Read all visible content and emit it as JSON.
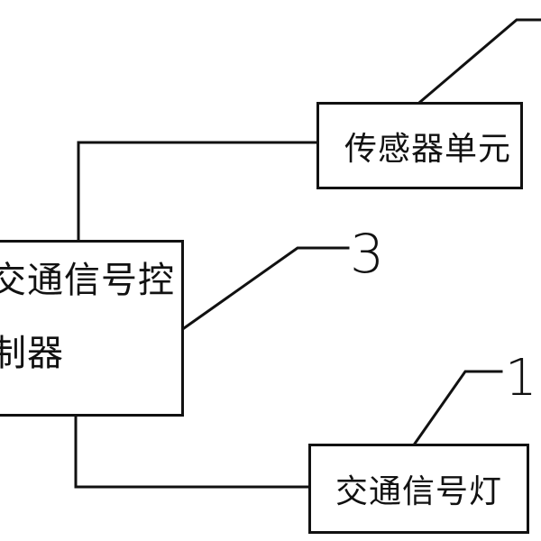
{
  "diagram": {
    "controller_line1": "交通信号控",
    "controller_line2": "制器",
    "sensor_unit": "传感器单元",
    "traffic_light": "交通信号灯",
    "ref_controller": "3",
    "ref_light": "1"
  },
  "colors": {
    "stroke": "#111111",
    "background": "#ffffff"
  }
}
